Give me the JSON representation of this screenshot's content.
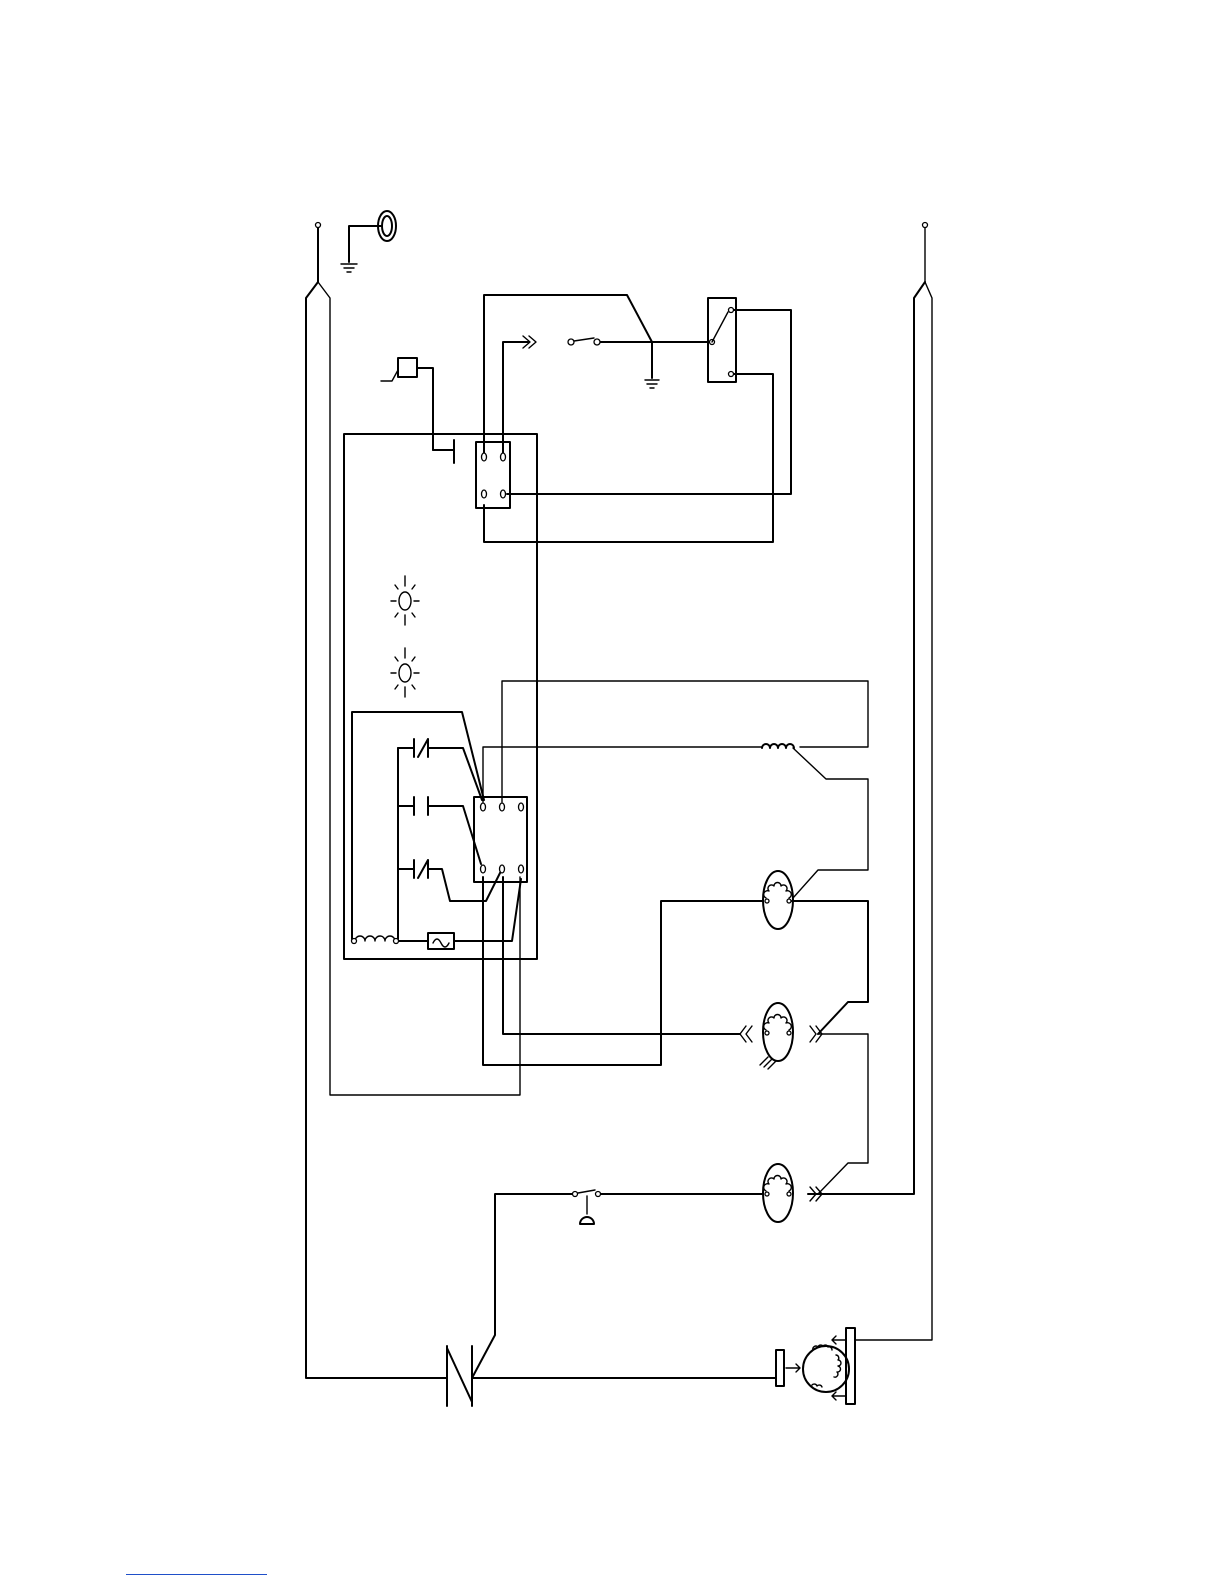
{
  "diagram": {
    "components": [
      {
        "id": "supply-terminal-l1",
        "symbol": "wire-terminal"
      },
      {
        "id": "supply-terminal-l2",
        "symbol": "wire-terminal"
      },
      {
        "id": "grounding-lug",
        "symbol": "ground-lug"
      },
      {
        "id": "defrost-thermostat",
        "symbol": "sensing-bulb"
      },
      {
        "id": "cold-control-switch",
        "symbol": "switch"
      },
      {
        "id": "changeover-relay",
        "symbol": "spdt-switch"
      },
      {
        "id": "terminal-block-upper",
        "symbol": "four-terminal-block"
      },
      {
        "id": "indicator-lamp-1",
        "symbol": "lamp"
      },
      {
        "id": "indicator-lamp-2",
        "symbol": "lamp"
      },
      {
        "id": "timer-contact-1",
        "symbol": "normally-closed-contact"
      },
      {
        "id": "timer-contact-2",
        "symbol": "normally-open-contact"
      },
      {
        "id": "timer-contact-3",
        "symbol": "normally-closed-contact"
      },
      {
        "id": "terminal-block-lower",
        "symbol": "six-terminal-block"
      },
      {
        "id": "timer-motor-coil",
        "symbol": "coil"
      },
      {
        "id": "thermal-fuse",
        "symbol": "fuse"
      },
      {
        "id": "defrost-heater",
        "symbol": "heater-coil"
      },
      {
        "id": "evaporator-fan-motor",
        "symbol": "motor"
      },
      {
        "id": "condenser-fan-motor",
        "symbol": "motor"
      },
      {
        "id": "light-motor",
        "symbol": "motor"
      },
      {
        "id": "door-switch",
        "symbol": "push-switch"
      },
      {
        "id": "overload-protector",
        "symbol": "bimetal-switch"
      },
      {
        "id": "compressor",
        "symbol": "compressor-motor"
      }
    ]
  }
}
